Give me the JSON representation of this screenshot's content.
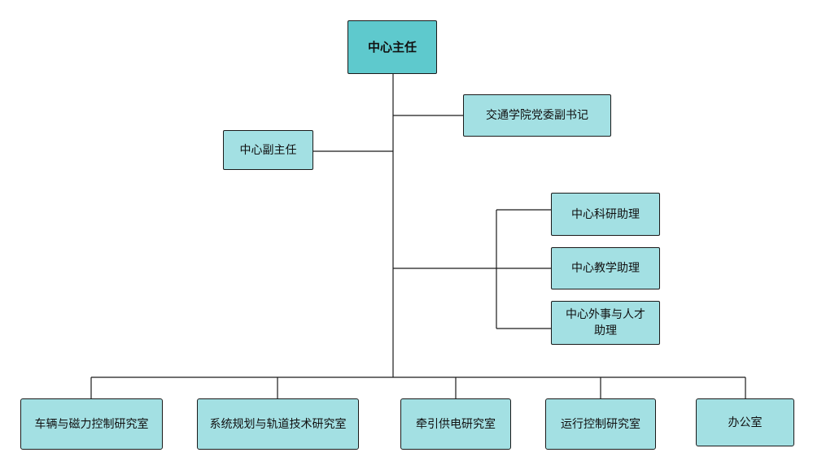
{
  "org_chart": {
    "director": "中心主任",
    "party_secretary": "交通学院党委副书记",
    "deputy_director": "中心副主任",
    "assistants": {
      "research": "中心科研助理",
      "teaching": "中心教学助理",
      "foreign_affairs": "中心外事与人才\n助理"
    },
    "labs": [
      "车辆与磁力控制研究室",
      "系统规划与轨道技术研究室",
      "牵引供电研究室",
      "运行控制研究室",
      "办公室"
    ]
  },
  "colors": {
    "head_fill": "#5ec9cd",
    "box_fill": "#a3e0e3",
    "line": "#1a1a1a"
  }
}
